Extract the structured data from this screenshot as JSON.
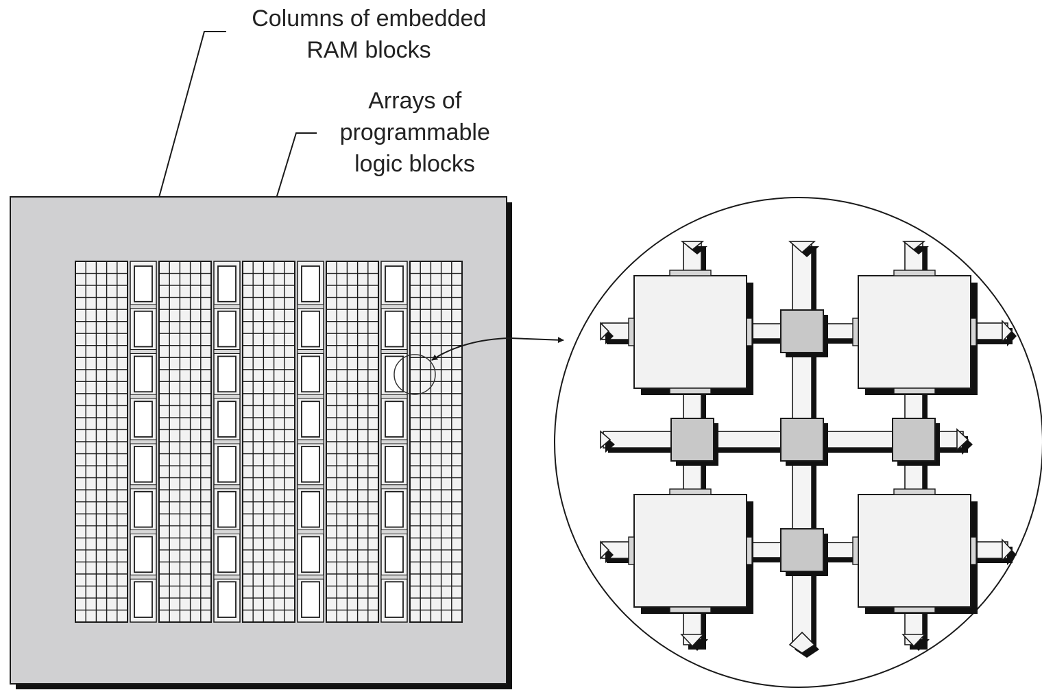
{
  "labels": {
    "ram": [
      "Columns of embedded",
      "RAM blocks"
    ],
    "logic": [
      "Arrays of",
      "programmable",
      "logic blocks"
    ]
  },
  "colors": {
    "chip_fill": "#d0d0d2",
    "block_fill": "#f2f2f2",
    "switch_fill": "#c8c8c8",
    "line": "#1a1a1a",
    "shadow": "#111111"
  },
  "structure": {
    "logic_columns": 5,
    "ram_columns": 4,
    "logic_cell_cols_per_array": 5,
    "logic_cell_rows": 30,
    "ram_blocks_per_column": 8
  }
}
